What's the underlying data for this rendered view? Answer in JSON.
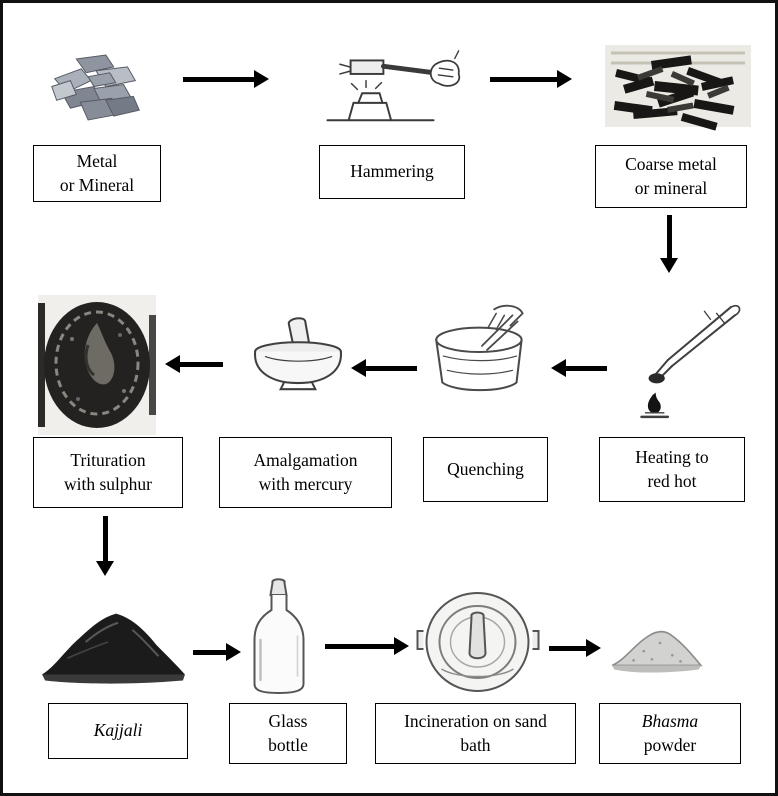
{
  "flowchart": {
    "nodes": {
      "metal": {
        "line1": "Metal",
        "line2": "or Mineral",
        "icon": "metal-chunks-image"
      },
      "hammering": {
        "line1": "Hammering",
        "icon": "hammering-image"
      },
      "coarse_metal": {
        "line1": "Coarse metal",
        "line2": "or mineral",
        "icon": "coarse-metal-image"
      },
      "heating": {
        "line1": "Heating to",
        "line2": "red hot",
        "icon": "heating-tongs-flame-image"
      },
      "quenching": {
        "line1": "Quenching",
        "icon": "quenching-pot-image"
      },
      "amalgamation": {
        "line1": "Amalgamation",
        "line2": "with mercury",
        "icon": "mortar-pestle-image"
      },
      "trituration": {
        "line1": "Trituration",
        "line2": "with sulphur",
        "icon": "trituration-mortar-image"
      },
      "kajjali": {
        "line1": "Kajjali",
        "icon": "kajjali-heap-image"
      },
      "glass_bottle": {
        "line1": "Glass",
        "line2": "bottle",
        "icon": "glass-bottle-image"
      },
      "incineration": {
        "line1": "Incineration on sand",
        "line2": "bath",
        "icon": "sand-bath-lid-image"
      },
      "bhasma": {
        "line1": "Bhasma",
        "line2": "powder",
        "icon": "bhasma-powder-image"
      }
    }
  }
}
